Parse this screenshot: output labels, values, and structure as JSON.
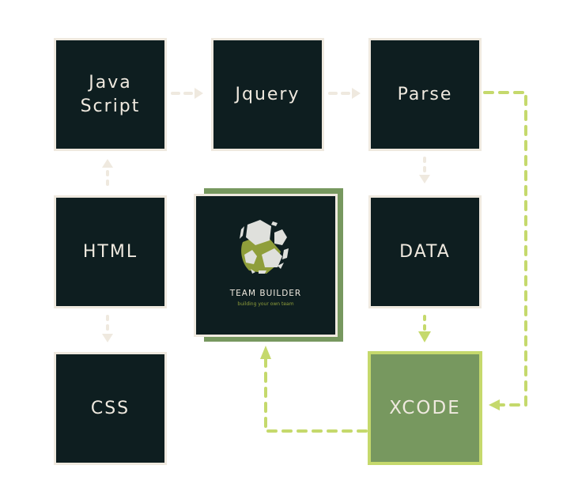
{
  "diagram": {
    "nodes": [
      {
        "id": "javascript",
        "label": "Java\nScript"
      },
      {
        "id": "jquery",
        "label": "Jquery"
      },
      {
        "id": "parse",
        "label": "Parse"
      },
      {
        "id": "html",
        "label": "HTML"
      },
      {
        "id": "data",
        "label": "DATA"
      },
      {
        "id": "css",
        "label": "CSS"
      },
      {
        "id": "xcode",
        "label": "XCODE"
      }
    ],
    "center": {
      "title": "TEAM BUILDER",
      "subtitle": "building your own team",
      "icon": "soccer-ball-icon"
    },
    "edges": [
      {
        "from": "javascript",
        "to": "jquery",
        "style": "dashed",
        "color": "#efe9df"
      },
      {
        "from": "jquery",
        "to": "parse",
        "style": "dashed",
        "color": "#efe9df"
      },
      {
        "from": "html",
        "to": "javascript",
        "style": "dashed",
        "color": "#efe9df"
      },
      {
        "from": "html",
        "to": "css",
        "style": "dashed",
        "color": "#efe9df"
      },
      {
        "from": "parse",
        "to": "data",
        "style": "dashed",
        "color": "#efe9df"
      },
      {
        "from": "data",
        "to": "xcode",
        "style": "dashed",
        "color": "#c5d96c"
      },
      {
        "from": "parse",
        "to": "xcode",
        "style": "dashed",
        "color": "#c5d96c"
      },
      {
        "from": "xcode",
        "to": "team-builder",
        "style": "dashed",
        "color": "#c5d96c"
      }
    ],
    "colors": {
      "node_fill": "#0e1e20",
      "node_border": "#efe9df",
      "accent_green": "#77985f",
      "accent_lime": "#c5d96c"
    }
  }
}
